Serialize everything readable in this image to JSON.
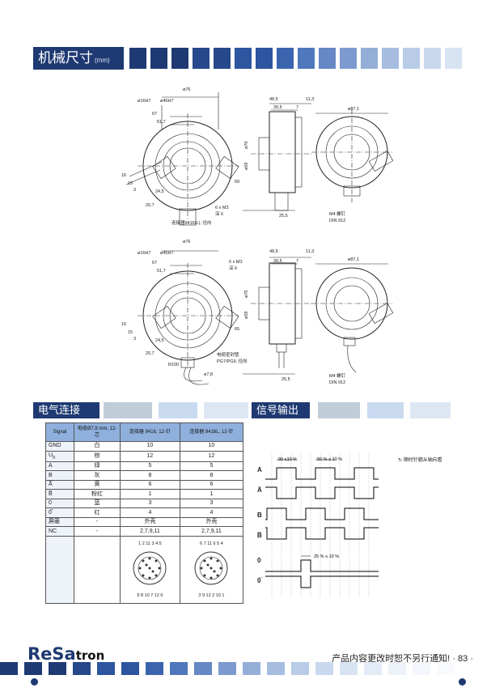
{
  "header": {
    "title": "机械尺寸",
    "unit": "(mm)",
    "squares": [
      "#1f3a72",
      "#1f3a72",
      "#1f3a72",
      "#27488a",
      "#27488a",
      "#2d55a0",
      "#2d55a0",
      "#3a64ad",
      "#4f77bb",
      "#6688c4",
      "#7d9ace",
      "#95aed8",
      "#a6bde0",
      "#b8cbe7",
      "#c9d8ee",
      "#d9e4f3"
    ]
  },
  "drawing1": {
    "dia76": "ø76",
    "dia16": "ø16H7",
    "dia45": "ø45H7",
    "d67": "67",
    "d517": "51,7",
    "d16": "16",
    "d3": "3",
    "d15": "15",
    "d245": "24,5",
    "d207": "20,7",
    "d69": "69",
    "screw": "6 x M3",
    "depth": "深 6",
    "connector": "连接器9416(L), 径向",
    "d485": "48,5",
    "d395": "39,5",
    "d7": "7",
    "d113": "11,3",
    "d59": "ø59",
    "d70": "ø70",
    "d255": "25,5",
    "d871": "ø87,1",
    "m4": "M4 螺钉",
    "din": "DIN 912"
  },
  "drawing2": {
    "dia76": "ø76",
    "dia16": "ø16H7",
    "dia45": "ø45H7",
    "d67": "67",
    "d517": "51,7",
    "d16": "16",
    "d3": "3",
    "d15": "15",
    "d245": "24,5",
    "d207": "20,7",
    "d65": "65",
    "screw": "6 x M3",
    "depth": "深 6",
    "r100": "R100",
    "d78": "ø7,8",
    "cable": "电缆密封管",
    "pg": "PG7/PG9, 径向",
    "d485": "48,5",
    "d395": "39,5",
    "d7": "7",
    "d113": "11,3",
    "d59": "ø59",
    "d70": "ø70",
    "d255": "25,5",
    "d871": "ø87,1",
    "m4": "M4 螺钉",
    "din": "DIN 912"
  },
  "sections": {
    "electrical": "电气连接",
    "signal": "信号输出"
  },
  "table": {
    "headers": [
      "Signal",
      "电缆Ø7,8 mm, 12-芯",
      "连接器 9416, 12-针",
      "连接器 9416L, 12-针"
    ],
    "rows": [
      [
        "GND",
        "白",
        "10",
        "10"
      ],
      [
        "U",
        "棕",
        "12",
        "12"
      ],
      [
        "A",
        "绿",
        "5",
        "5"
      ],
      [
        "B",
        "灰",
        "8",
        "8"
      ],
      [
        "A̅",
        "黄",
        "6",
        "6"
      ],
      [
        "B̅",
        "粉红",
        "1",
        "1"
      ],
      [
        "0",
        "蓝",
        "3",
        "3"
      ],
      [
        "0̅",
        "红",
        "4",
        "4"
      ],
      [
        "屏蔽",
        "-",
        "外壳",
        "外壳"
      ],
      [
        "NC",
        "-",
        "2,7,9,11",
        "2,7,9,11"
      ]
    ],
    "u_sub": "b",
    "conn1_top": "1 2 11 3 4 5",
    "conn1_bot": "9 8 10 7 12 6",
    "conn2_top": "6 7 11 6 5 4",
    "conn2_bot": "3 9 12 2 10 1"
  },
  "signal": {
    "legend": "顺时针朝从轴向看",
    "labels": [
      "A",
      "A̅",
      "B",
      "B̅",
      "0",
      "0̅"
    ],
    "ann1": "90 ≤10 %",
    "ann2": "50 % ≤ 10 %",
    "ann3": "25 % ≤ 10 %"
  },
  "footer": {
    "brand_a": "ReSa",
    "brand_b": "tron",
    "notice": "产品内容更改时恕不另行通知!",
    "page": "· 83 ·"
  },
  "colors": {
    "navy": "#1f3a72",
    "red": "#d0202a",
    "blue": "#1f3a72"
  }
}
